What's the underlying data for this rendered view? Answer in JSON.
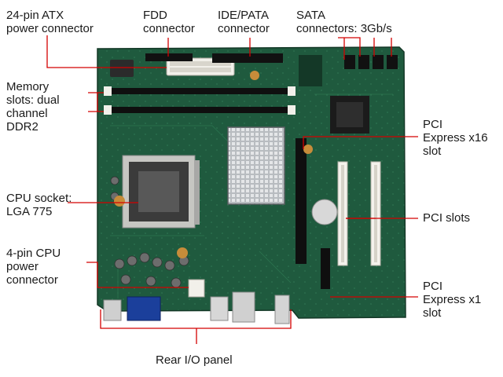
{
  "labels": {
    "atx": [
      "24-pin ATX",
      "power connector"
    ],
    "fdd": [
      "FDD",
      "connector"
    ],
    "ide": [
      "IDE/PATA",
      "connector"
    ],
    "sata": [
      "SATA",
      "connectors: 3Gb/s"
    ],
    "memory": [
      "Memory",
      "slots: dual",
      "channel",
      "DDR2"
    ],
    "cpu_socket": [
      "CPU socket:",
      "LGA 775"
    ],
    "cpu_power": [
      "4-pin CPU",
      "power",
      "connector"
    ],
    "pcie16": [
      "PCI",
      "Express x16",
      "slot"
    ],
    "pci": [
      "PCI slots"
    ],
    "pcie1": [
      "PCI",
      "Express x1",
      "slot"
    ],
    "rear_io": [
      "Rear I/O panel"
    ]
  },
  "colors": {
    "board": "#1f5a3e",
    "board_dark": "#163f2c",
    "leader": "#d40000",
    "label_text": "#1a1a1a"
  }
}
